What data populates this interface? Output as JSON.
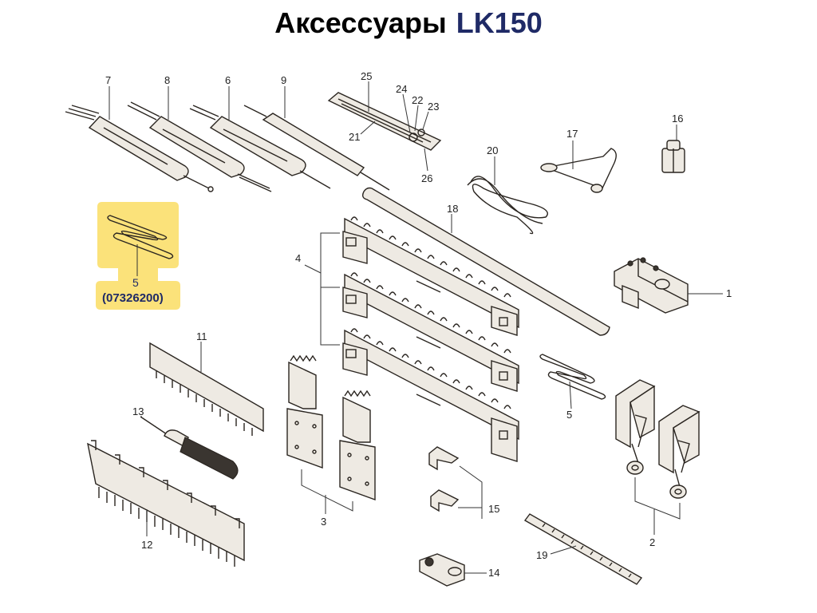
{
  "title": {
    "main": "Аксессуары",
    "model": "LK150"
  },
  "callout": {
    "number": "5",
    "code": "(07326200)",
    "highlight_color": "#fbe27a"
  },
  "labels": {
    "p1": "1",
    "p2": "2",
    "p3": "3",
    "p4": "4",
    "p5": "5",
    "p6": "6",
    "p7": "7",
    "p8": "8",
    "p9": "9",
    "p11": "11",
    "p12": "12",
    "p13": "13",
    "p14": "14",
    "p15": "15",
    "p16": "16",
    "p17": "17",
    "p18": "18",
    "p19": "19",
    "p20": "20",
    "p21": "21",
    "p22": "22",
    "p23": "23",
    "p24": "24",
    "p25": "25",
    "p26": "26"
  }
}
